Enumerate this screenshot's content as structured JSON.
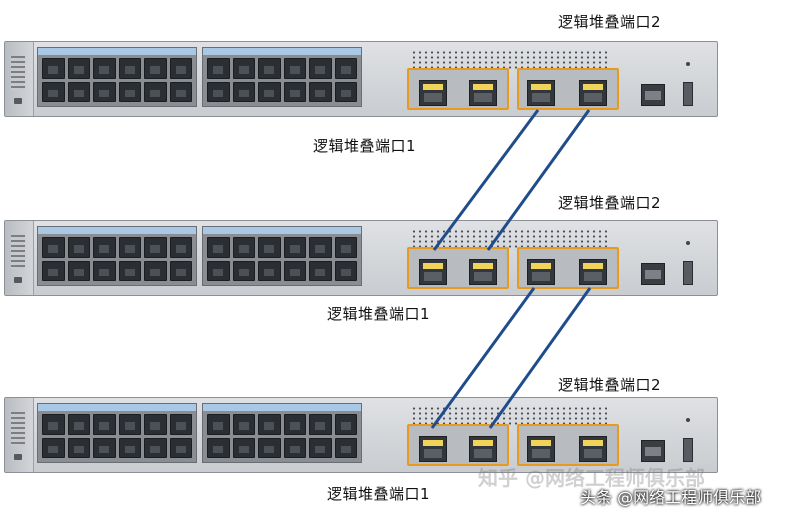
{
  "labels": {
    "stack_port_1": "逻辑堆叠端口1",
    "stack_port_2": "逻辑堆叠端口2"
  },
  "watermarks": {
    "zhihu": "知乎 @网络工程师俱乐部",
    "toutiao": "头条 @网络工程师俱乐部"
  },
  "colors": {
    "link": "#1f4d8c",
    "port_highlight": "#e69b1e"
  },
  "switches": [
    "switch-1",
    "switch-2",
    "switch-3"
  ]
}
